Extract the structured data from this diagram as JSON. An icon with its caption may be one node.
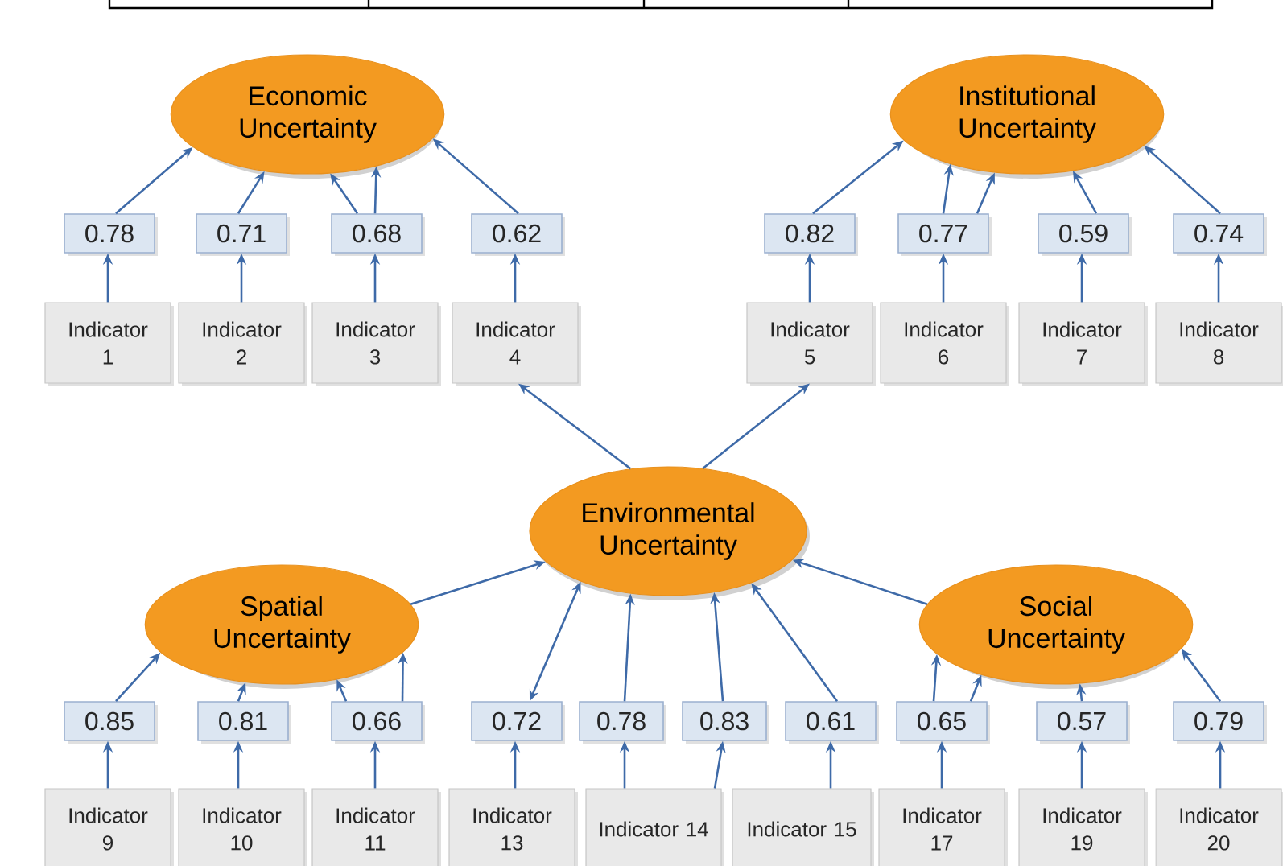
{
  "diagram": {
    "nodes": [
      {
        "text": [
          "Economic Uncertainty"
        ]
      },
      {
        "text": [
          "Institutional Uncertainty"
        ]
      },
      {
        "text": [
          "0.78"
        ]
      },
      {
        "text": [
          "0.71"
        ]
      },
      {
        "text": [
          "0.68"
        ]
      },
      {
        "text": [
          "0.62"
        ]
      },
      {
        "text": [
          "0.82"
        ]
      },
      {
        "text": [
          "0.77"
        ]
      },
      {
        "text": [
          "0.59"
        ]
      },
      {
        "text": [
          "0.74"
        ]
      },
      {
        "text": [
          "Indicator 1"
        ]
      },
      {
        "text": [
          "Indicator 2"
        ]
      },
      {
        "text": [
          "Indicator 3"
        ]
      },
      {
        "text": [
          "Indicator 4"
        ]
      },
      {
        "text": [
          "Indicator 5"
        ]
      },
      {
        "text": [
          "Indicator 6"
        ]
      },
      {
        "text": [
          "Indicator 7"
        ]
      },
      {
        "text": [
          "Indicator 8"
        ]
      },
      {
        "text": [
          "Environmental Uncertainty"
        ]
      },
      {
        "text": [
          "Spatial Uncertainty"
        ]
      },
      {
        "text": [
          "Social Uncertainty"
        ]
      },
      {
        "text": [
          "0.85"
        ]
      },
      {
        "text": [
          "0.81"
        ]
      },
      {
        "text": [
          "0.66"
        ]
      },
      {
        "text": [
          "0.72"
        ]
      },
      {
        "text": [
          "0.78"
        ]
      },
      {
        "text": [
          "0.83"
        ]
      },
      {
        "text": [
          "0.61"
        ]
      },
      {
        "text": [
          "0.65"
        ]
      },
      {
        "text": [
          "0.57"
        ]
      },
      {
        "text": [
          "0.79"
        ]
      },
      {
        "text": [
          "Indicator 9"
        ]
      },
      {
        "text": [
          "Indicator 10"
        ]
      },
      {
        "text": [
          "Indicator 11"
        ]
      },
      {
        "text": [
          "Indicator 13"
        ]
      },
      {
        "text": [
          "Indicator 14"
        ]
      },
      {
        "text": [
          "Indicator 15"
        ]
      },
      {
        "text": [
          "Indicator 17"
        ]
      },
      {
        "text": [
          "Indicator 19"
        ]
      },
      {
        "text": [
          "Indicator 20"
        ]
      }
    ],
    "edges": [
      {
        "from": 10,
        "to": 2,
        "arrow": "to"
      },
      {
        "from": 11,
        "to": 3,
        "arrow": "to"
      },
      {
        "from": 12,
        "to": 4,
        "arrow": "to"
      },
      {
        "from": 13,
        "to": 5,
        "arrow": "to"
      },
      {
        "from": 14,
        "to": 6,
        "arrow": "to"
      },
      {
        "from": 15,
        "to": 7,
        "arrow": "to"
      },
      {
        "from": 16,
        "to": 8,
        "arrow": "to"
      },
      {
        "from": 17,
        "to": 9,
        "arrow": "to"
      },
      {
        "from": 2,
        "to": 0,
        "arrow": "to"
      },
      {
        "from": 3,
        "to": 0,
        "arrow": "to"
      },
      {
        "from": 4,
        "to": 0,
        "arrow": "to"
      },
      {
        "from": 4,
        "to": 0,
        "arrow": "to"
      },
      {
        "from": 5,
        "to": 0,
        "arrow": "to"
      },
      {
        "from": 6,
        "to": 1,
        "arrow": "to"
      },
      {
        "from": 7,
        "to": 1,
        "arrow": "to"
      },
      {
        "from": 7,
        "to": 1,
        "arrow": "to"
      },
      {
        "from": 8,
        "to": 1,
        "arrow": "to"
      },
      {
        "from": 9,
        "to": 1,
        "arrow": "to"
      },
      {
        "from": 18,
        "to": 13,
        "arrow": "to"
      },
      {
        "from": 18,
        "to": 14,
        "arrow": "to"
      },
      {
        "from": 19,
        "to": 18,
        "arrow": "to"
      },
      {
        "from": 20,
        "to": 18,
        "arrow": "to"
      },
      {
        "from": 24,
        "to": 18,
        "arrow": "both"
      },
      {
        "from": 25,
        "to": 18,
        "arrow": "to"
      },
      {
        "from": 26,
        "to": 18,
        "arrow": "to"
      },
      {
        "from": 27,
        "to": 18,
        "arrow": "to"
      },
      {
        "from": 21,
        "to": 19,
        "arrow": "to"
      },
      {
        "from": 22,
        "to": 19,
        "arrow": "to"
      },
      {
        "from": 23,
        "to": 19,
        "arrow": "to"
      },
      {
        "from": 23,
        "to": 19,
        "arrow": "to"
      },
      {
        "from": 28,
        "to": 20,
        "arrow": "to"
      },
      {
        "from": 28,
        "to": 20,
        "arrow": "to"
      },
      {
        "from": 29,
        "to": 20,
        "arrow": "to"
      },
      {
        "from": 30,
        "to": 20,
        "arrow": "to"
      },
      {
        "from": 31,
        "to": 21,
        "arrow": "to"
      },
      {
        "from": 32,
        "to": 22,
        "arrow": "to"
      },
      {
        "from": 33,
        "to": 23,
        "arrow": "to"
      },
      {
        "from": 34,
        "to": 24,
        "arrow": "to"
      },
      {
        "from": 35,
        "to": 25,
        "arrow": "to"
      },
      {
        "from": 35,
        "to": 26,
        "arrow": "to"
      },
      {
        "from": 36,
        "to": 27,
        "arrow": "to"
      },
      {
        "from": 37,
        "to": 28,
        "arrow": "to"
      },
      {
        "from": 38,
        "to": 29,
        "arrow": "to"
      },
      {
        "from": 39,
        "to": 30,
        "arrow": "to"
      }
    ]
  }
}
